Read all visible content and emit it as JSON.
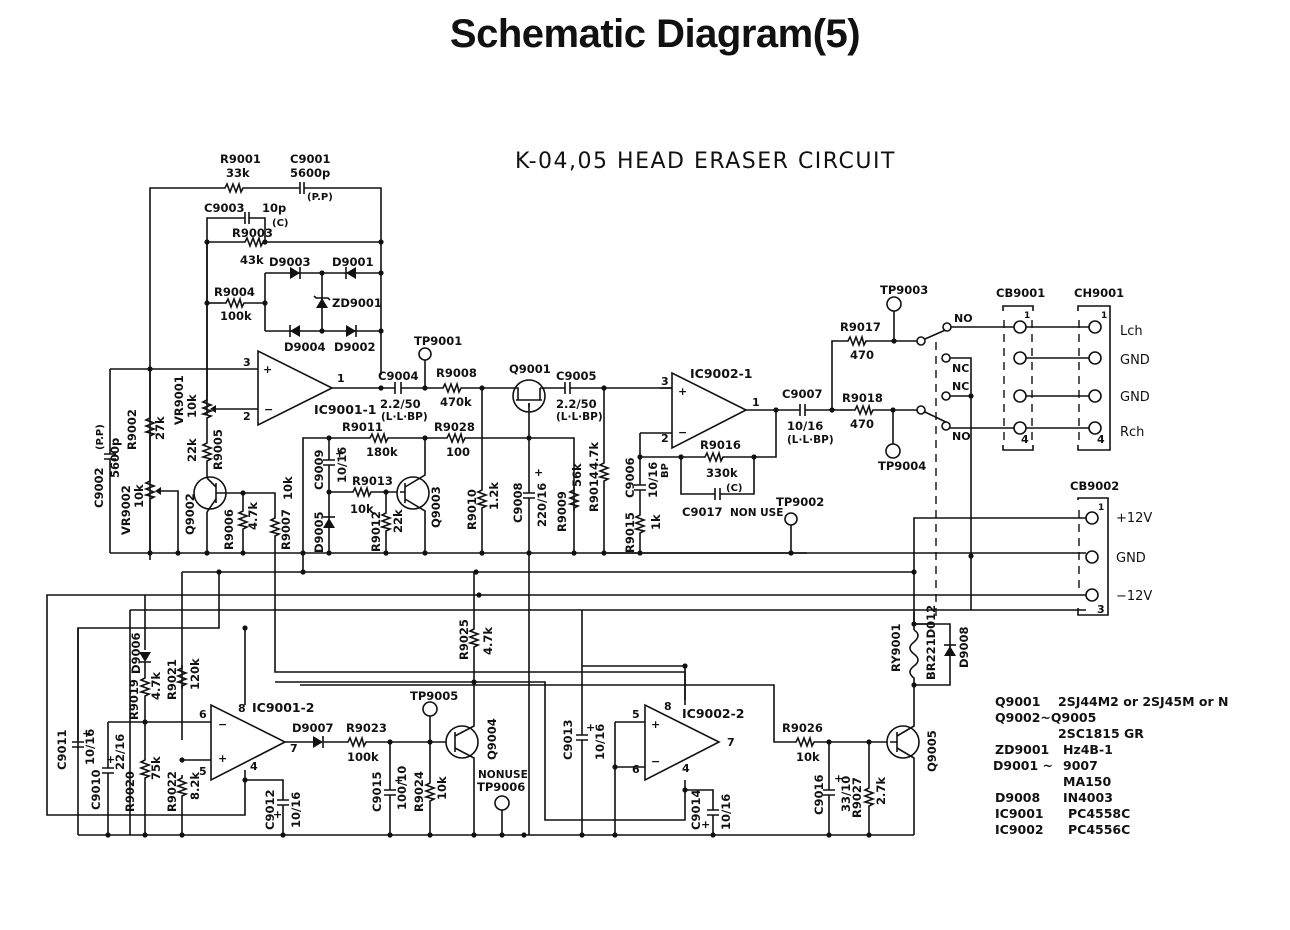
{
  "page": {
    "title": "Schematic Diagram(5)",
    "subtitle": "K-04,05  HEAD ERASER CIRCUIT"
  },
  "components": {
    "R9001": {
      "ref": "R9001",
      "value": "33k"
    },
    "C9001": {
      "ref": "C9001",
      "value": "5600p",
      "note": "(P.P)"
    },
    "C9003": {
      "ref": "C9003",
      "value": "10p",
      "note": "(C)"
    },
    "R9003": {
      "ref": "R9003",
      "value": "43k"
    },
    "D9003": {
      "ref": "D9003"
    },
    "D9001": {
      "ref": "D9001"
    },
    "R9004": {
      "ref": "R9004",
      "value": "100k"
    },
    "ZD9001": {
      "ref": "ZD9001"
    },
    "D9004": {
      "ref": "D9004"
    },
    "D9002": {
      "ref": "D9002"
    },
    "IC9001_1": {
      "ref": "IC9001-1",
      "pin_plus": "3",
      "pin_minus": "2",
      "pin_out": "1"
    },
    "C9002": {
      "ref": "C9002",
      "value": "5600p",
      "note": "(P.P)"
    },
    "R9002": {
      "ref": "R9002",
      "value": "27k"
    },
    "VR9002": {
      "ref": "VR9002",
      "value": "10k"
    },
    "VR9001": {
      "ref": "VR9001",
      "value": "10k"
    },
    "R9005": {
      "ref": "R9005",
      "value": "22k"
    },
    "Q9002": {
      "ref": "Q9002"
    },
    "R9006": {
      "ref": "R9006",
      "value": "4.7k"
    },
    "R9007": {
      "ref": "R9007",
      "value": "10k"
    },
    "TP9001": {
      "ref": "TP9001"
    },
    "C9004": {
      "ref": "C9004",
      "value": "2.2/50",
      "note": "(L·L·BP)"
    },
    "R9008": {
      "ref": "R9008",
      "value": "470k"
    },
    "R9011": {
      "ref": "R9011",
      "value": "180k"
    },
    "R9028": {
      "ref": "R9028",
      "value": "100"
    },
    "C9009": {
      "ref": "C9009",
      "value": "10/16"
    },
    "R9013": {
      "ref": "R9013",
      "value": "10k"
    },
    "D9005": {
      "ref": "D9005"
    },
    "R9012": {
      "ref": "R9012",
      "value": "22k"
    },
    "Q9003": {
      "ref": "Q9003"
    },
    "R9010": {
      "ref": "R9010",
      "value": "1.2k"
    },
    "Q9001": {
      "ref": "Q9001"
    },
    "C9008": {
      "ref": "C9008",
      "value": "220/16"
    },
    "C9005": {
      "ref": "C9005",
      "value": "2.2/50",
      "note": "(L·L·BP)"
    },
    "R9009": {
      "ref": "R9009",
      "value": "56k"
    },
    "R9014": {
      "ref": "R9014",
      "value": "4.7k"
    },
    "IC9002_1": {
      "ref": "IC9002-1",
      "pin_plus": "3",
      "pin_minus": "2",
      "pin_out": "1"
    },
    "C9006": {
      "ref": "C9006",
      "value": "10/16",
      "note": "BP"
    },
    "R9015": {
      "ref": "R9015",
      "value": "1k"
    },
    "R9016": {
      "ref": "R9016",
      "value": "330k"
    },
    "C9017": {
      "ref": "C9017",
      "note": "(C)",
      "status": "NON USE"
    },
    "TP9002": {
      "ref": "TP9002"
    },
    "C9007": {
      "ref": "C9007",
      "value": "10/16",
      "note": "(L·L·BP)"
    },
    "R9017": {
      "ref": "R9017",
      "value": "470"
    },
    "R9018": {
      "ref": "R9018",
      "value": "470"
    },
    "TP9003": {
      "ref": "TP9003"
    },
    "TP9004": {
      "ref": "TP9004"
    },
    "relay_contacts": {
      "no": "NO",
      "nc": "NC"
    },
    "CB9001": {
      "ref": "CB9001",
      "pin_first": "1",
      "pin_last": "4"
    },
    "CH9001": {
      "ref": "CH9001",
      "pin_first": "1",
      "pin_last": "4",
      "signals": [
        "Lch",
        "GND",
        "GND",
        "Rch"
      ]
    },
    "CB9002": {
      "ref": "CB9002",
      "pin_first": "1",
      "pin_last": "3",
      "signals": [
        "+12V",
        "GND",
        "−12V"
      ]
    },
    "RY9001": {
      "ref": "RY9001",
      "value": "BR221D012"
    },
    "D9008": {
      "ref": "D9008"
    },
    "D9006": {
      "ref": "D9006"
    },
    "R9019": {
      "ref": "R9019",
      "value": "4.7k"
    },
    "R9021": {
      "ref": "R9021",
      "value": "120k"
    },
    "C9011": {
      "ref": "C9011",
      "value": "10/16"
    },
    "C9010": {
      "ref": "C9010",
      "value": "22/16"
    },
    "R9020": {
      "ref": "R9020",
      "value": "75k"
    },
    "R9022": {
      "ref": "R9022",
      "value": "8.2k"
    },
    "IC9001_2": {
      "ref": "IC9001-2",
      "pin_minus": "6",
      "pin_plus": "5",
      "pin_out": "7",
      "pin_vcc": "8",
      "pin_vee": "4"
    },
    "C9012": {
      "ref": "C9012",
      "value": "10/16"
    },
    "D9007": {
      "ref": "D9007"
    },
    "R9023": {
      "ref": "R9023",
      "value": "100k"
    },
    "TP9005": {
      "ref": "TP9005"
    },
    "C9015": {
      "ref": "C9015",
      "value": "100/10"
    },
    "R9024": {
      "ref": "R9024",
      "value": "10k"
    },
    "Q9004": {
      "ref": "Q9004"
    },
    "R9025": {
      "ref": "R9025",
      "value": "4.7k"
    },
    "TP9006": {
      "ref": "TP9006",
      "status": "NONUSE"
    },
    "C9013": {
      "ref": "C9013",
      "value": "10/16"
    },
    "IC9002_2": {
      "ref": "IC9002-2",
      "pin_plus": "5",
      "pin_minus": "6",
      "pin_out": "7",
      "pin_vcc": "8",
      "pin_vee": "4"
    },
    "C9014": {
      "ref": "C9014",
      "value": "10/16"
    },
    "R9026": {
      "ref": "R9026",
      "value": "10k"
    },
    "C9016": {
      "ref": "C9016",
      "value": "33/10"
    },
    "R9027": {
      "ref": "R9027",
      "value": "2.7k"
    },
    "Q9005": {
      "ref": "Q9005"
    }
  },
  "parts_list": [
    {
      "ref": "Q9001",
      "part": "2SJ44M2  or 2SJ45M or N"
    },
    {
      "ref": "Q9002~Q9005",
      "part": ""
    },
    {
      "ref": "",
      "part": "2SC1815 GR"
    },
    {
      "ref": "ZD9001",
      "part": "Hz4B-1"
    },
    {
      "ref": "D9001 ~",
      "part": "9007"
    },
    {
      "ref": "",
      "part": "MA150"
    },
    {
      "ref": "D9008",
      "part": "IN4003"
    },
    {
      "ref": "IC9001",
      "part": "PC4558C"
    },
    {
      "ref": "IC9002",
      "part": "PC4556C"
    }
  ]
}
